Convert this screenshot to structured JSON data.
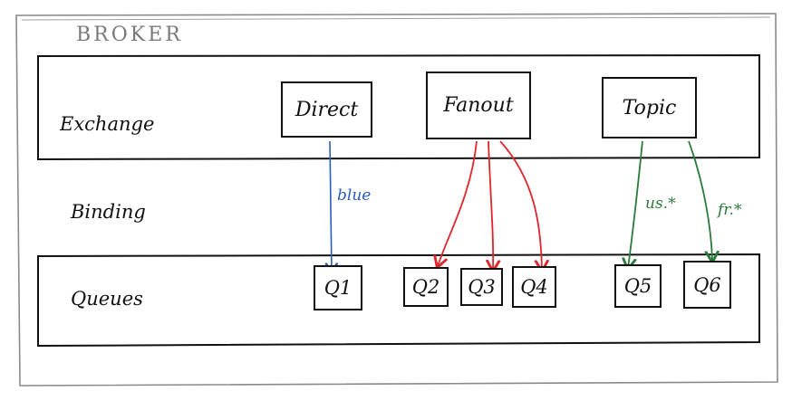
{
  "broker": {
    "title": "BROKER"
  },
  "rows": {
    "exchange": "Exchange",
    "binding": "Binding",
    "queues": "Queues"
  },
  "exchanges": {
    "direct": "Direct",
    "fanout": "Fanout",
    "topic": "Topic"
  },
  "queues": {
    "q1": "Q1",
    "q2": "Q2",
    "q3": "Q3",
    "q4": "Q4",
    "q5": "Q5",
    "q6": "Q6"
  },
  "bindings": {
    "direct_key": "blue",
    "topic_key_1": "us.*",
    "topic_key_2": "fr.*"
  },
  "colors": {
    "border": "#111111",
    "broker_outline": "#8a8a8a",
    "direct_arrow": "#2a5cb8",
    "fanout_arrow": "#e0262b",
    "topic_arrow": "#2a7a3a"
  }
}
